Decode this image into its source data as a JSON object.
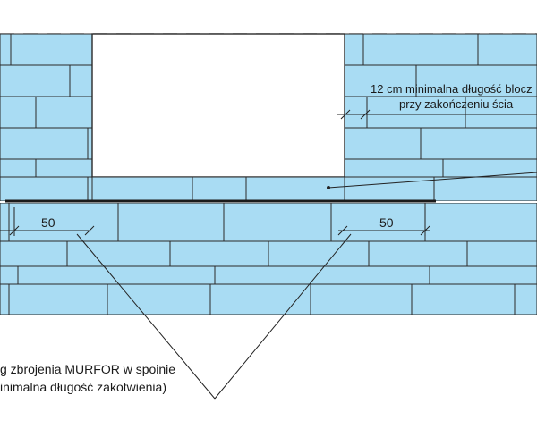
{
  "diagram": {
    "colors": {
      "brick_fill": "#a9dcf3",
      "brick_line": "#2a2a2a",
      "opening_fill": "#ffffff",
      "rebar": "#1a1a1a",
      "text": "#1a1a1a"
    },
    "labels": {
      "min_block_length_line1": "12 cm minimalna długość blocz",
      "min_block_length_line2": "przy zakończeniu ścia",
      "dim_left": "50",
      "dim_right": "50",
      "rebar_note_line1": "g zbrojenia MURFOR w spoinie",
      "rebar_note_line2": "inimalna długość zakotwienia)"
    }
  }
}
